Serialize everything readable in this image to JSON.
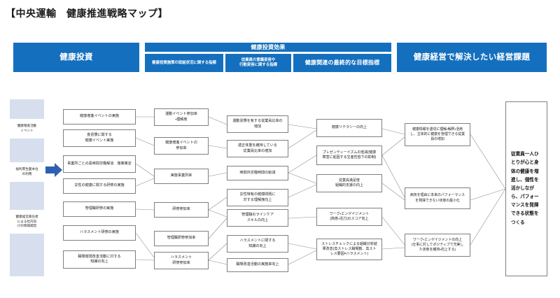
{
  "title": "【中央運輸　健康推進戦略マップ】",
  "header": {
    "investment": "健康投資",
    "effect_group": "健康投資効果",
    "effect_a": "健康投資施策の取組状況に関する指標",
    "effect_b": "従業員の意識変容や\n行動変容に関する指標",
    "effect_c": "健康関連の最終的な目標指標",
    "issue": "健康経営で解決したい経営課題"
  },
  "rail": {
    "items": [
      "健康増進活動\nイベント",
      "福利厚生面本位\nの利用",
      "健康経営責任者\nによる社内向\nけの情報発信"
    ],
    "arrow_icon": "right-arrow-icon"
  },
  "columns": {
    "measures": [
      "健康増進イベントの実施",
      "食習慣に関する\n健康イベント実施",
      "事業所ごとの長時間労働解消　施策策定",
      "女性の健康に関する研修の実施",
      "管理職研修の実施",
      "ハラスメント研修の実施",
      "職場環境改善活動に対する\n知識の向上"
    ],
    "participation": [
      "運動イベント参加率\n・理解度",
      "健康増進イベントの\n参加率",
      "実施事業所率",
      "研修参加率",
      "管理職研修参加率",
      "ハラスメント\n研修参加率"
    ],
    "behavior": [
      "運動習慣を有する従業員比率の\n増加",
      "適正体重を維持している\n従業員比率の増加",
      "時間外労働時間の削減",
      "女性特有の健康問題に\n対する理解度向上",
      "管理職のラインケア\nスキルの向上",
      "ハラスメントに関する\n知識の向上",
      "職場改善活動の実施率向上"
    ],
    "outcomes": [
      "健康リテラシーの向上",
      "プレゼンティーイズムの低減(健康\n障害に起因する生産性低下の抑制)",
      "従業員満足度\n組織的支援の向上",
      "ワーク・エンゲイジメント\n(熱意・活力)のスコア向上",
      "ストレスチェックによる組織分析結\n果改善(高ストレス職場数、高スト\nレス要因=ハラスメント)"
    ],
    "final": [
      "健康情報を適切に理解・解釈・活用\nし、主体的に健康を管理できる従業\n員の増加",
      "病気を理由に本来のパフォーマンス\nを発揮できない状態の最小化",
      "ワーク・エンゲイジメントの向上\n(仕事に対してポジティブで充実し\nた状態を維持・向上する)"
    ],
    "goal": "従業員一人ひとりが心と身体の健康を増進し、個性を活かしながら、パフォーマンスを発揮できる状態をつくる"
  },
  "colors": {
    "header_blue": "#1470BE",
    "rail_bg": "#D7DFEE",
    "arrow_blue": "#2F5FB0",
    "node_border": "#7f7f7f",
    "wire": "#8d8d8d"
  }
}
